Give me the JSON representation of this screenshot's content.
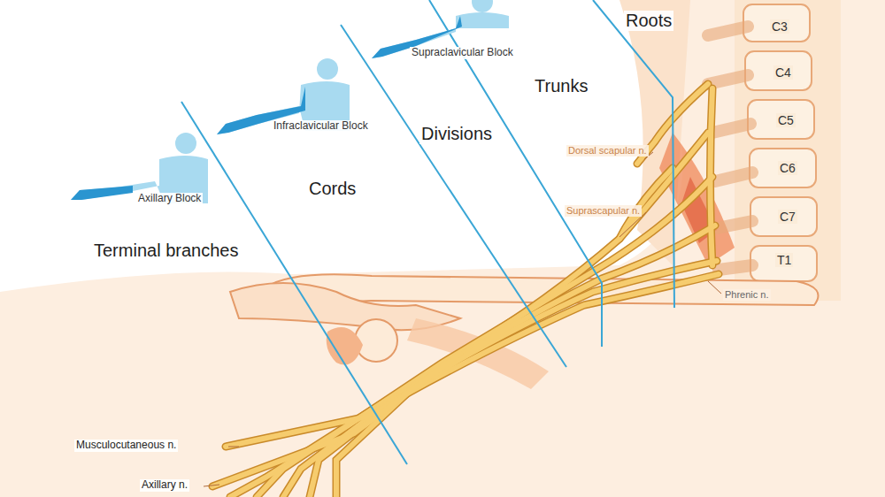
{
  "diagram": {
    "labels": [
      "Roots",
      "C3",
      "Supraclavicular Block",
      "C4",
      "Trunks",
      "Infraclavicular Block",
      "Divisions",
      "C5",
      "Dorsal scapular n.",
      "C6",
      "Cords",
      "Axillary Block",
      "Suprascapular n.",
      "C7",
      "Terminal branches",
      "T1",
      "Phrenic n.",
      "Musculocutaneous n.",
      "Axillary n."
    ]
  }
}
